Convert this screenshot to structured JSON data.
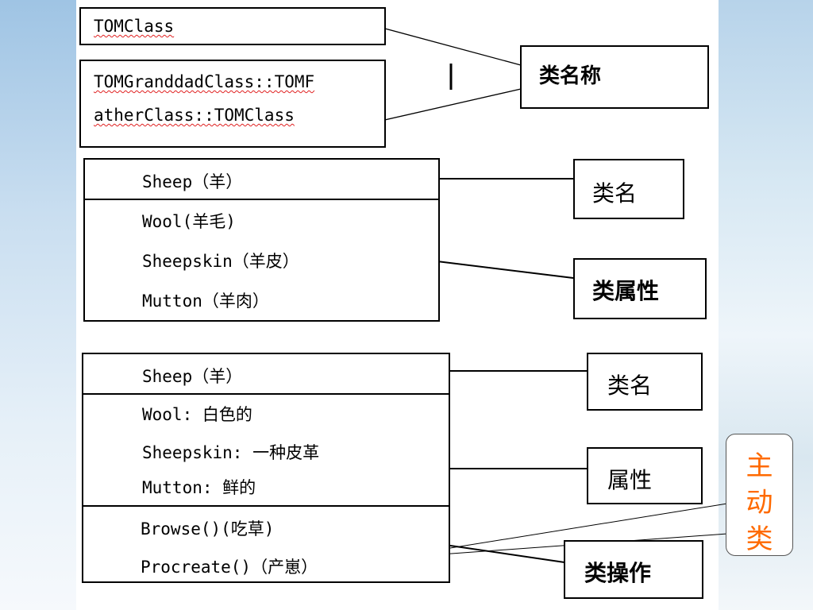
{
  "box1": {
    "text": "TOMClass"
  },
  "box2": {
    "line1": "TOMGranddadClass::TOMF",
    "line2": "atherClass::TOMClass"
  },
  "cursor_glyph": "|",
  "label_class_name_title": "类名称",
  "sheep1": {
    "header": "Sheep（羊）",
    "attrs": [
      "Wool(羊毛)",
      "Sheepskin（羊皮）",
      "Mutton（羊肉）"
    ],
    "label_name": "类名",
    "label_attrs": "类属性"
  },
  "sheep2": {
    "header": "Sheep（羊）",
    "attrs": [
      "Wool: 白色的",
      "Sheepskin: 一种皮革",
      "Mutton: 鲜的"
    ],
    "ops": [
      "Browse()(吃草)",
      "Procreate()（产崽）"
    ],
    "label_name": "类名",
    "label_attrs": "属性",
    "label_ops": "类操作"
  },
  "callout": {
    "chars": [
      "主",
      "动",
      "类"
    ],
    "color": "#ff6a00"
  }
}
